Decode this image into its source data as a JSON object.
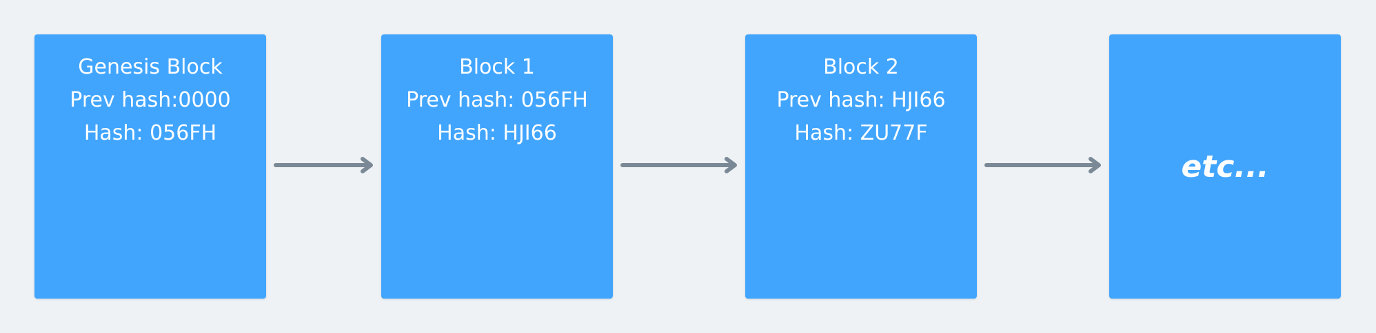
{
  "colors": {
    "background": "#eef2f5",
    "block_fill": "#41a5fe",
    "block_text": "#ffffff",
    "arrow": "#7a8995"
  },
  "blocks": [
    {
      "title": "Genesis Block",
      "prev": "Prev hash:0000",
      "hash": "Hash: 056FH"
    },
    {
      "title": "Block 1",
      "prev": "Prev hash: 056FH",
      "hash": "Hash: HJI66"
    },
    {
      "title": "Block 2",
      "prev": "Prev hash: HJI66",
      "hash": "Hash: ZU77F"
    },
    {
      "label": "etc..."
    }
  ]
}
